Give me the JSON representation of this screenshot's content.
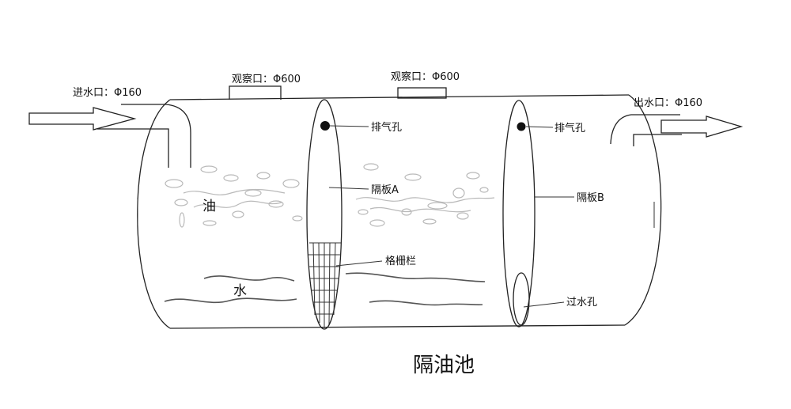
{
  "inlet_label": "进水口：Φ160",
  "outlet_label": "出水口：Φ160",
  "observation_port_1": "观察口：Φ600",
  "observation_port_2": "观察口：Φ600",
  "vent_hole_a": "排气孔",
  "vent_hole_b": "排气孔",
  "partition_a": "隔板A",
  "partition_b": "隔板B",
  "grille": "格栅栏",
  "water_hole": "过水孔",
  "oil": "油",
  "water": "水",
  "title": "隔油池"
}
